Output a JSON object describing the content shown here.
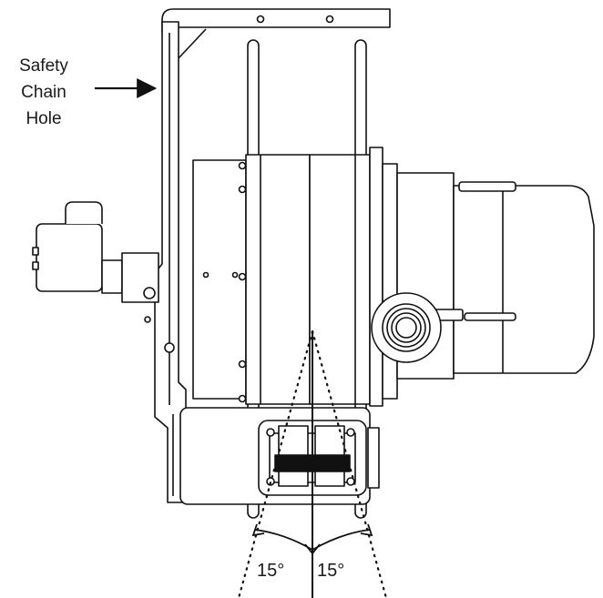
{
  "callout": {
    "lines": [
      "Safety",
      "Chain",
      "Hole"
    ]
  },
  "swing_angle": {
    "left_label": "15°",
    "right_label": "15°"
  },
  "colors": {
    "line": "#111111",
    "fill": "#ffffff"
  }
}
